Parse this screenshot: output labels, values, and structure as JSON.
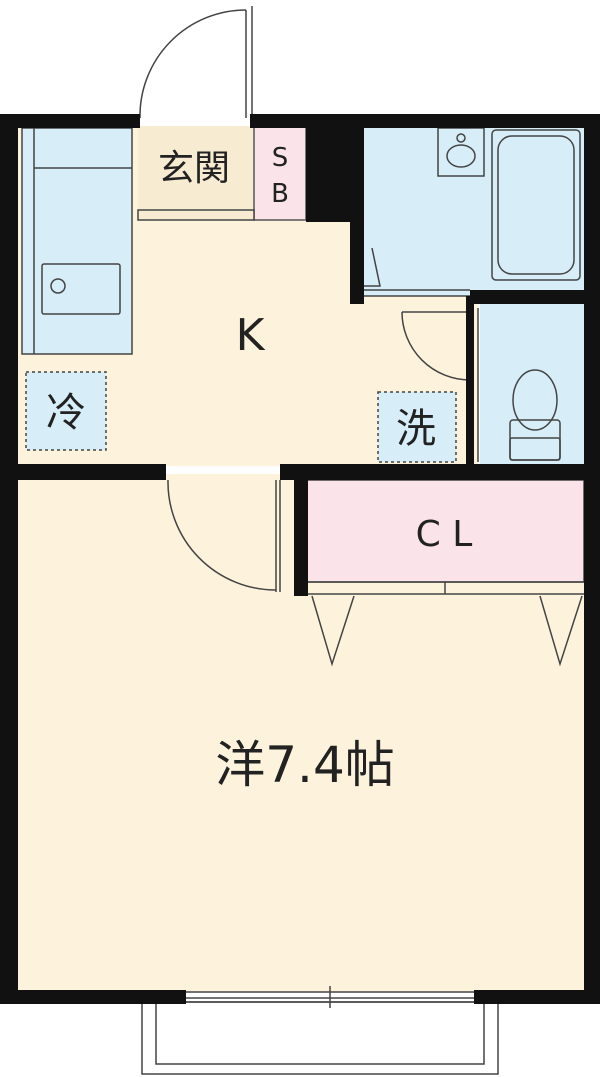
{
  "rooms": {
    "entrance": "玄関",
    "shoe_box": [
      "S",
      "B"
    ],
    "kitchen": "K",
    "fridge": "冷",
    "washer": "洗",
    "closet": "C L",
    "western_room": "洋7.4帖"
  },
  "colors": {
    "wall": "#111111",
    "room_floor": "#fdf3dd",
    "entrance_floor": "#f7ecd2",
    "wet_area": "#d7edf7",
    "closet_fill": "#fbe3ea",
    "line": "#444444"
  }
}
